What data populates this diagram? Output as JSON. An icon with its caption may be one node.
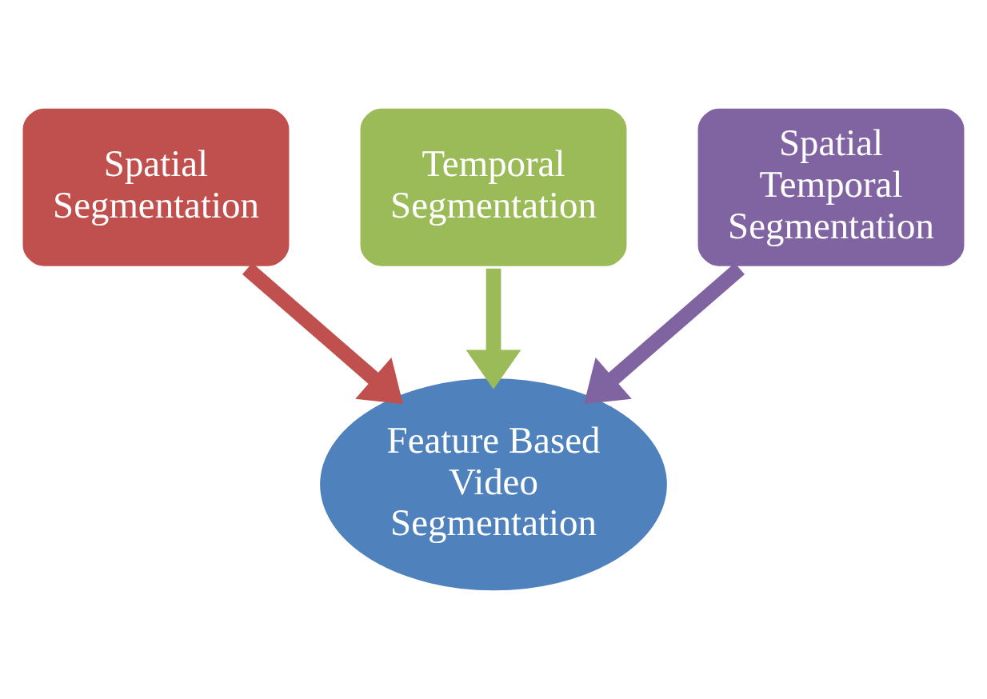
{
  "diagram": {
    "nodes": [
      {
        "text": [
          "Spatial Segmentation"
        ]
      },
      {
        "text": [
          "Temporal Segmentation"
        ]
      },
      {
        "text": [
          "Spatial Temporal Segmentation"
        ]
      },
      {
        "text": [
          "Feature Based Video Segmentation"
        ]
      }
    ],
    "edges": [
      {
        "from": 0,
        "to": 3,
        "arrow": "to",
        "color": "#c0504d"
      },
      {
        "from": 1,
        "to": 3,
        "arrow": "to",
        "color": "#9bbb59"
      },
      {
        "from": 2,
        "to": 3,
        "arrow": "to",
        "color": "#8064a2"
      }
    ]
  }
}
